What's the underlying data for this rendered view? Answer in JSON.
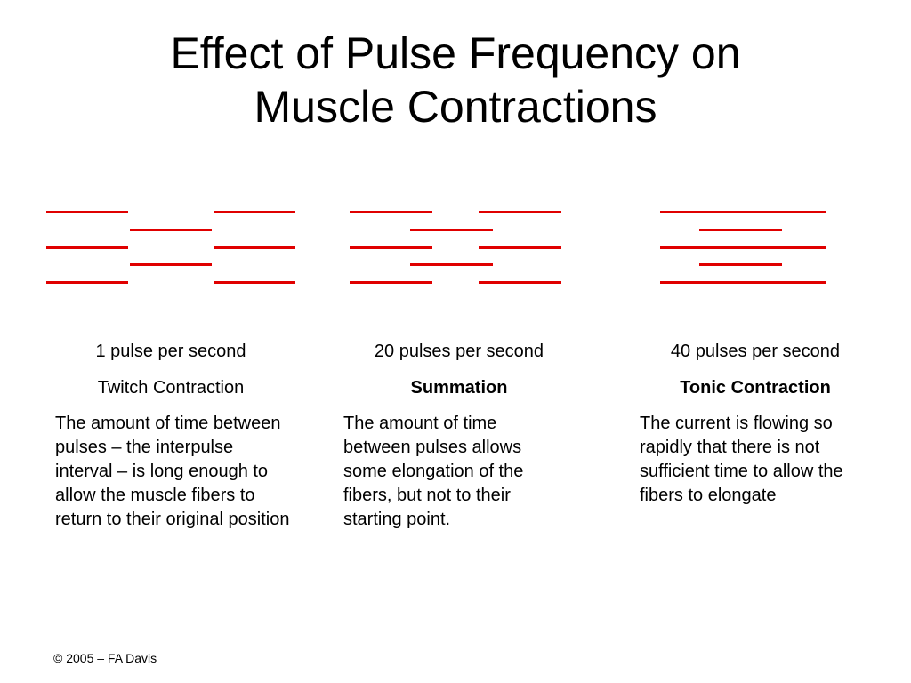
{
  "slide": {
    "title_line1": "Effect of Pulse Frequency on",
    "title_line2": "Muscle Contractions",
    "accent_color": "#e00000"
  },
  "columns": [
    {
      "frequency": "1 pulse per second",
      "name": "Twitch Contraction",
      "description": "The amount of time between pulses – the interpulse interval – is long enough to allow the muscle fibers to return to their original position"
    },
    {
      "frequency": "20 pulses per second",
      "name": "Summation",
      "description": "The amount of time between pulses allows some elongation of the fibers, but not to their starting point."
    },
    {
      "frequency": "40 pulses per second",
      "name": "Tonic Contraction",
      "description": "The current is flowing so rapidly that there is not sufficient time to allow the fibers to elongate"
    }
  ],
  "footer": {
    "copyright": "© 2005 – FA Davis"
  }
}
